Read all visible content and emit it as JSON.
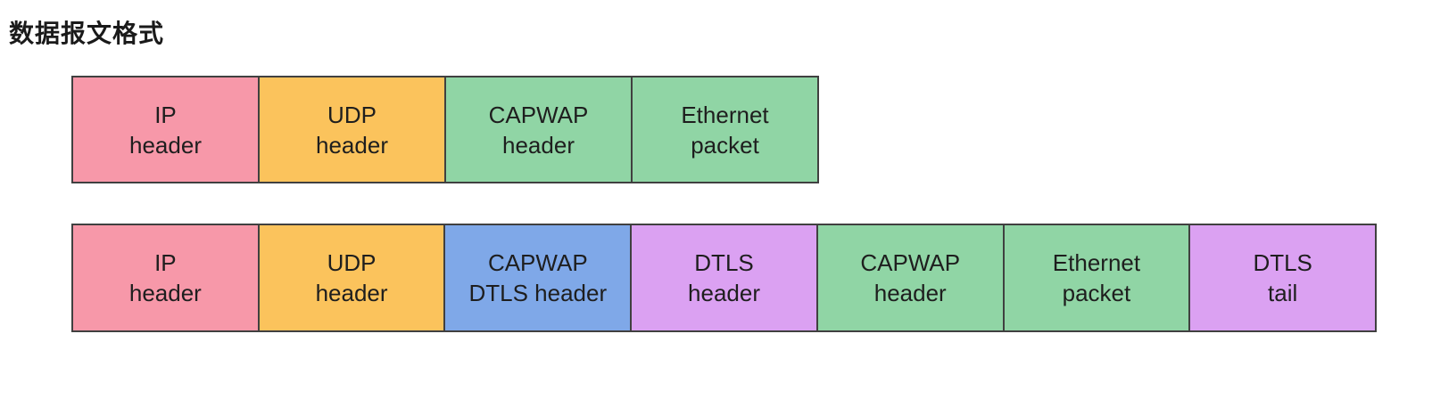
{
  "page": {
    "title": "数据报文格式",
    "background": "#ffffff"
  },
  "colors": {
    "pink": "#f798a9",
    "orange": "#fbc35c",
    "green": "#90d5a5",
    "blue": "#7fa8e8",
    "purple": "#dba1f2",
    "border": "#404040",
    "text": "#1e1e1e"
  },
  "rows": [
    {
      "segments": [
        {
          "line1": "IP",
          "line2": "header",
          "color": "pink"
        },
        {
          "line1": "UDP",
          "line2": "header",
          "color": "orange"
        },
        {
          "line1": "CAPWAP",
          "line2": "header",
          "color": "green"
        },
        {
          "line1": "Ethernet",
          "line2": "packet",
          "color": "green"
        }
      ]
    },
    {
      "segments": [
        {
          "line1": "IP",
          "line2": "header",
          "color": "pink"
        },
        {
          "line1": "UDP",
          "line2": "header",
          "color": "orange"
        },
        {
          "line1": "CAPWAP",
          "line2": "DTLS header",
          "color": "blue"
        },
        {
          "line1": "DTLS",
          "line2": "header",
          "color": "purple"
        },
        {
          "line1": "CAPWAP",
          "line2": "header",
          "color": "green"
        },
        {
          "line1": "Ethernet",
          "line2": "packet",
          "color": "green"
        },
        {
          "line1": "DTLS",
          "line2": "tail",
          "color": "purple"
        }
      ]
    }
  ]
}
